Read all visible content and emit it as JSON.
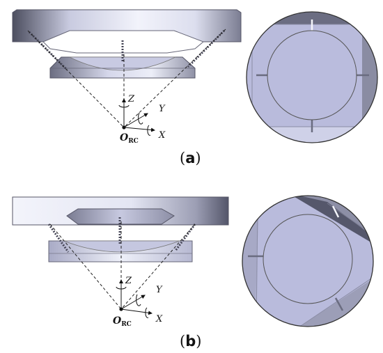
{
  "figure": {
    "panels": [
      {
        "label_open": "(",
        "label_letter": "a",
        "label_close": ")",
        "origin_main": "O",
        "origin_sub": "RC",
        "axes": {
          "x": "X",
          "y": "Y",
          "z": "Z"
        }
      },
      {
        "label_open": "(",
        "label_letter": "b",
        "label_close": ")",
        "origin_main": "O",
        "origin_sub": "RC",
        "axes": {
          "x": "X",
          "y": "Y",
          "z": "Z"
        }
      }
    ],
    "colors": {
      "platform_light": "#eef0fa",
      "platform_dark": "#5f6173",
      "inner_fill": "#b9bbdc",
      "border": "#555566",
      "dashed_line": "#222222"
    },
    "icons": [
      "rotation-arrow-icon",
      "axis-arrow-icon"
    ]
  }
}
